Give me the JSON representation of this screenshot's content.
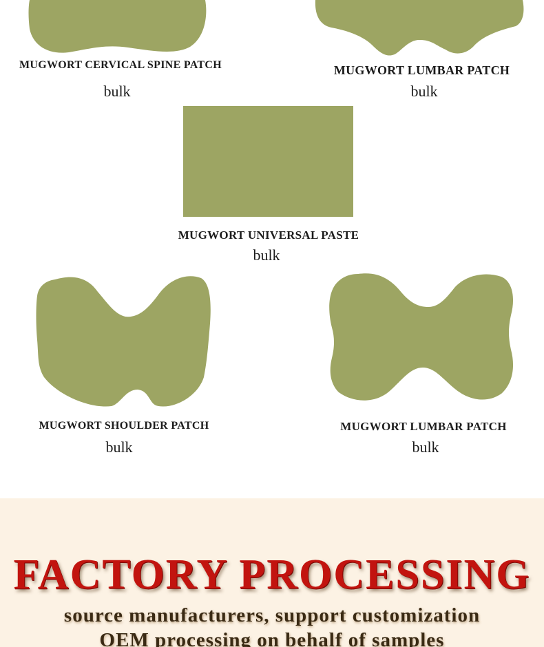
{
  "colors": {
    "patch_green": "#9da563",
    "factory_background": "#fcf2e4",
    "factory_title": "#c2140f",
    "factory_text": "#3a2a14"
  },
  "patches": [
    {
      "name": "MUGWORT CERVICAL SPINE PATCH",
      "type": "bulk"
    },
    {
      "name": "MUGWORT LUMBAR PATCH",
      "type": "bulk"
    },
    {
      "name": "MUGWORT UNIVERSAL PASTE",
      "type": "bulk"
    },
    {
      "name": "MUGWORT SHOULDER PATCH",
      "type": "bulk"
    },
    {
      "name": "MUGWORT LUMBAR PATCH",
      "type": "bulk"
    }
  ],
  "factory": {
    "title": "FACTORY PROCESSING",
    "line1": "source manufacturers, support customization",
    "line2": "OEM processing on behalf of samples"
  }
}
